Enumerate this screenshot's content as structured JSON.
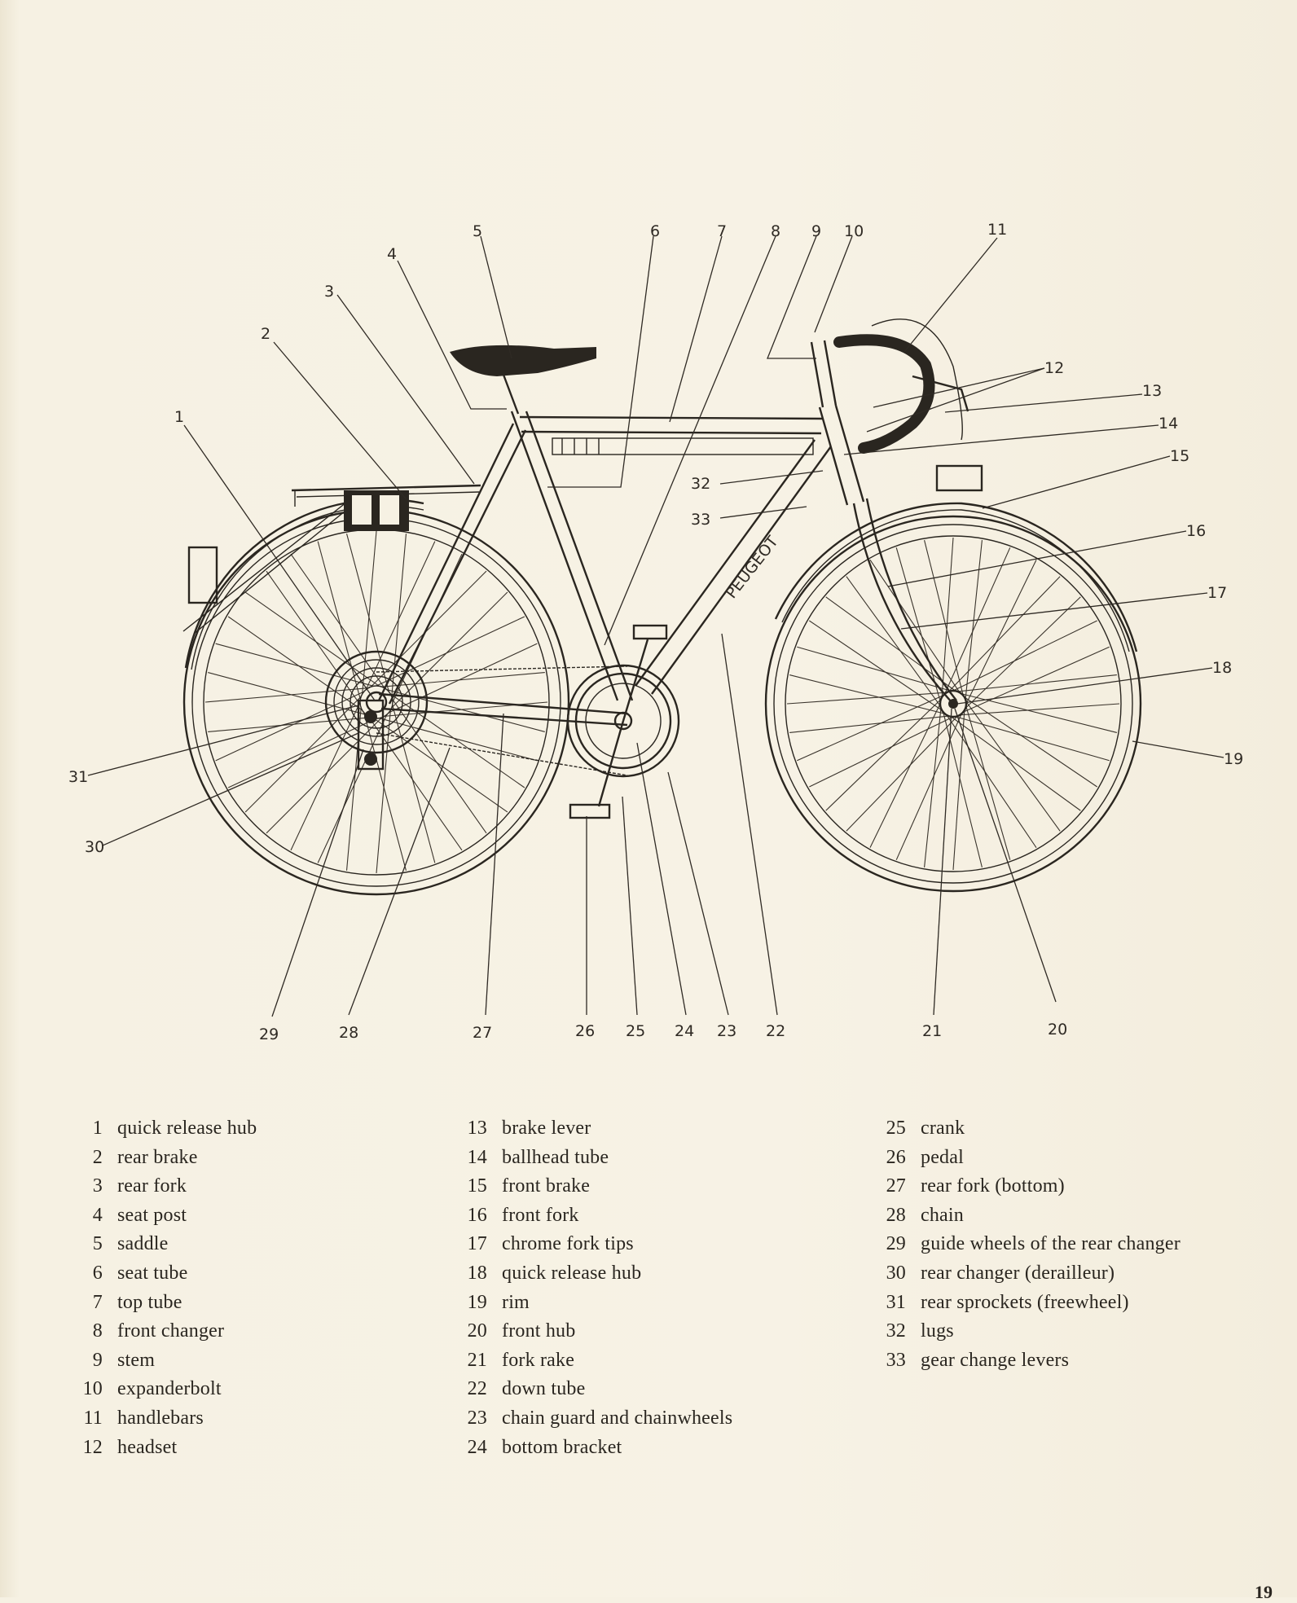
{
  "diagram": {
    "brand_text": "PEUGEOT",
    "callouts": [
      "1",
      "2",
      "3",
      "4",
      "5",
      "6",
      "7",
      "8",
      "9",
      "10",
      "11",
      "12",
      "13",
      "14",
      "15",
      "16",
      "17",
      "18",
      "19",
      "20",
      "21",
      "22",
      "23",
      "24",
      "25",
      "26",
      "27",
      "28",
      "29",
      "30",
      "31",
      "32",
      "33"
    ]
  },
  "legend": {
    "columns": [
      [
        {
          "num": "1",
          "label": "quick release hub"
        },
        {
          "num": "2",
          "label": "rear brake"
        },
        {
          "num": "3",
          "label": "rear fork"
        },
        {
          "num": "4",
          "label": "seat post"
        },
        {
          "num": "5",
          "label": "saddle"
        },
        {
          "num": "6",
          "label": "seat tube"
        },
        {
          "num": "7",
          "label": "top tube"
        },
        {
          "num": "8",
          "label": "front changer"
        },
        {
          "num": "9",
          "label": "stem"
        },
        {
          "num": "10",
          "label": "expanderbolt"
        },
        {
          "num": "11",
          "label": "handlebars"
        },
        {
          "num": "12",
          "label": "headset"
        }
      ],
      [
        {
          "num": "13",
          "label": "brake lever"
        },
        {
          "num": "14",
          "label": "ballhead tube"
        },
        {
          "num": "15",
          "label": "front brake"
        },
        {
          "num": "16",
          "label": "front fork"
        },
        {
          "num": "17",
          "label": "chrome fork tips"
        },
        {
          "num": "18",
          "label": "quick release hub"
        },
        {
          "num": "19",
          "label": "rim"
        },
        {
          "num": "20",
          "label": "front hub"
        },
        {
          "num": "21",
          "label": "fork rake"
        },
        {
          "num": "22",
          "label": "down tube"
        },
        {
          "num": "23",
          "label": "chain guard and chainwheels"
        },
        {
          "num": "24",
          "label": "bottom bracket"
        }
      ],
      [
        {
          "num": "25",
          "label": "crank"
        },
        {
          "num": "26",
          "label": "pedal"
        },
        {
          "num": "27",
          "label": "rear fork (bottom)"
        },
        {
          "num": "28",
          "label": "chain"
        },
        {
          "num": "29",
          "label": "guide wheels of the rear changer"
        },
        {
          "num": "30",
          "label": "rear changer (derailleur)"
        },
        {
          "num": "31",
          "label": "rear sprockets (freewheel)"
        },
        {
          "num": "32",
          "label": "lugs"
        },
        {
          "num": "33",
          "label": "gear change levers"
        }
      ]
    ]
  },
  "page_number": "19"
}
